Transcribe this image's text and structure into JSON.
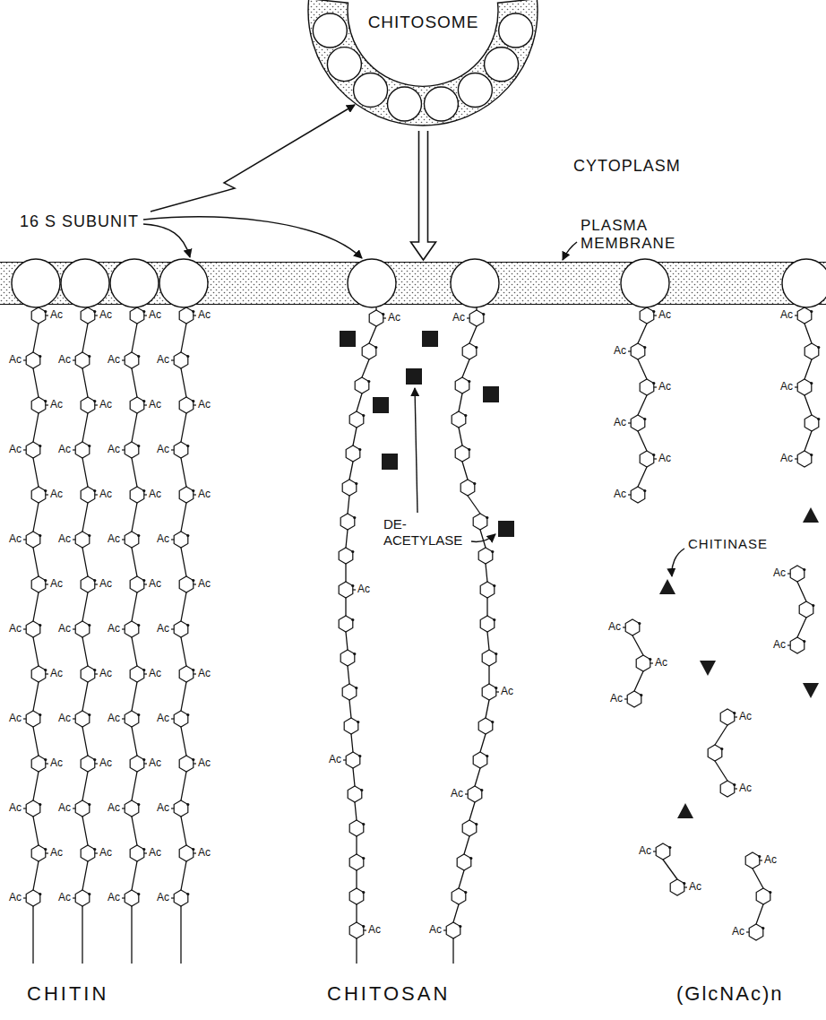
{
  "diagram": {
    "nodes": [
      {
        "text": [
          "CHITOSOME"
        ]
      },
      {
        "text": [
          "PLASMA MEMBRANE"
        ]
      }
    ],
    "edges": [
      {
        "from": 0,
        "to": 1,
        "arrow": "to"
      }
    ],
    "labels": [
      "CYTOPLASM",
      "16 S SUBUNIT",
      "CHITINASE",
      "DE- ACETYLASE",
      "CHITIN",
      "CHITOSAN",
      "(GlcNAc)n",
      "Ac",
      "Ac",
      "Ac",
      "Ac",
      "Ac",
      "Ac",
      "Ac",
      "Ac",
      "Ac",
      "Ac",
      "Ac",
      "Ac",
      "Ac",
      "Ac",
      "Ac",
      "Ac",
      "Ac",
      "Ac",
      "Ac",
      "Ac",
      "Ac",
      "Ac",
      "Ac",
      "Ac",
      "Ac",
      "Ac",
      "Ac",
      "Ac",
      "Ac",
      "Ac",
      "Ac",
      "Ac",
      "Ac",
      "Ac",
      "Ac",
      "Ac",
      "Ac",
      "Ac",
      "Ac",
      "Ac",
      "Ac",
      "Ac",
      "Ac",
      "Ac",
      "Ac",
      "Ac",
      "Ac",
      "Ac",
      "Ac",
      "Ac",
      "Ac",
      "Ac",
      "Ac",
      "Ac",
      "Ac",
      "Ac",
      "Ac",
      "Ac",
      "Ac",
      "Ac",
      "Ac",
      "Ac",
      "Ac",
      "Ac",
      "Ac",
      "Ac",
      "Ac",
      "Ac",
      "Ac",
      "Ac",
      "Ac",
      "Ac",
      "Ac",
      "Ac",
      "Ac",
      "Ac",
      "Ac",
      "Ac",
      "Ac",
      "Ac",
      "Ac",
      "Ac",
      "Ac",
      "Ac"
    ]
  }
}
